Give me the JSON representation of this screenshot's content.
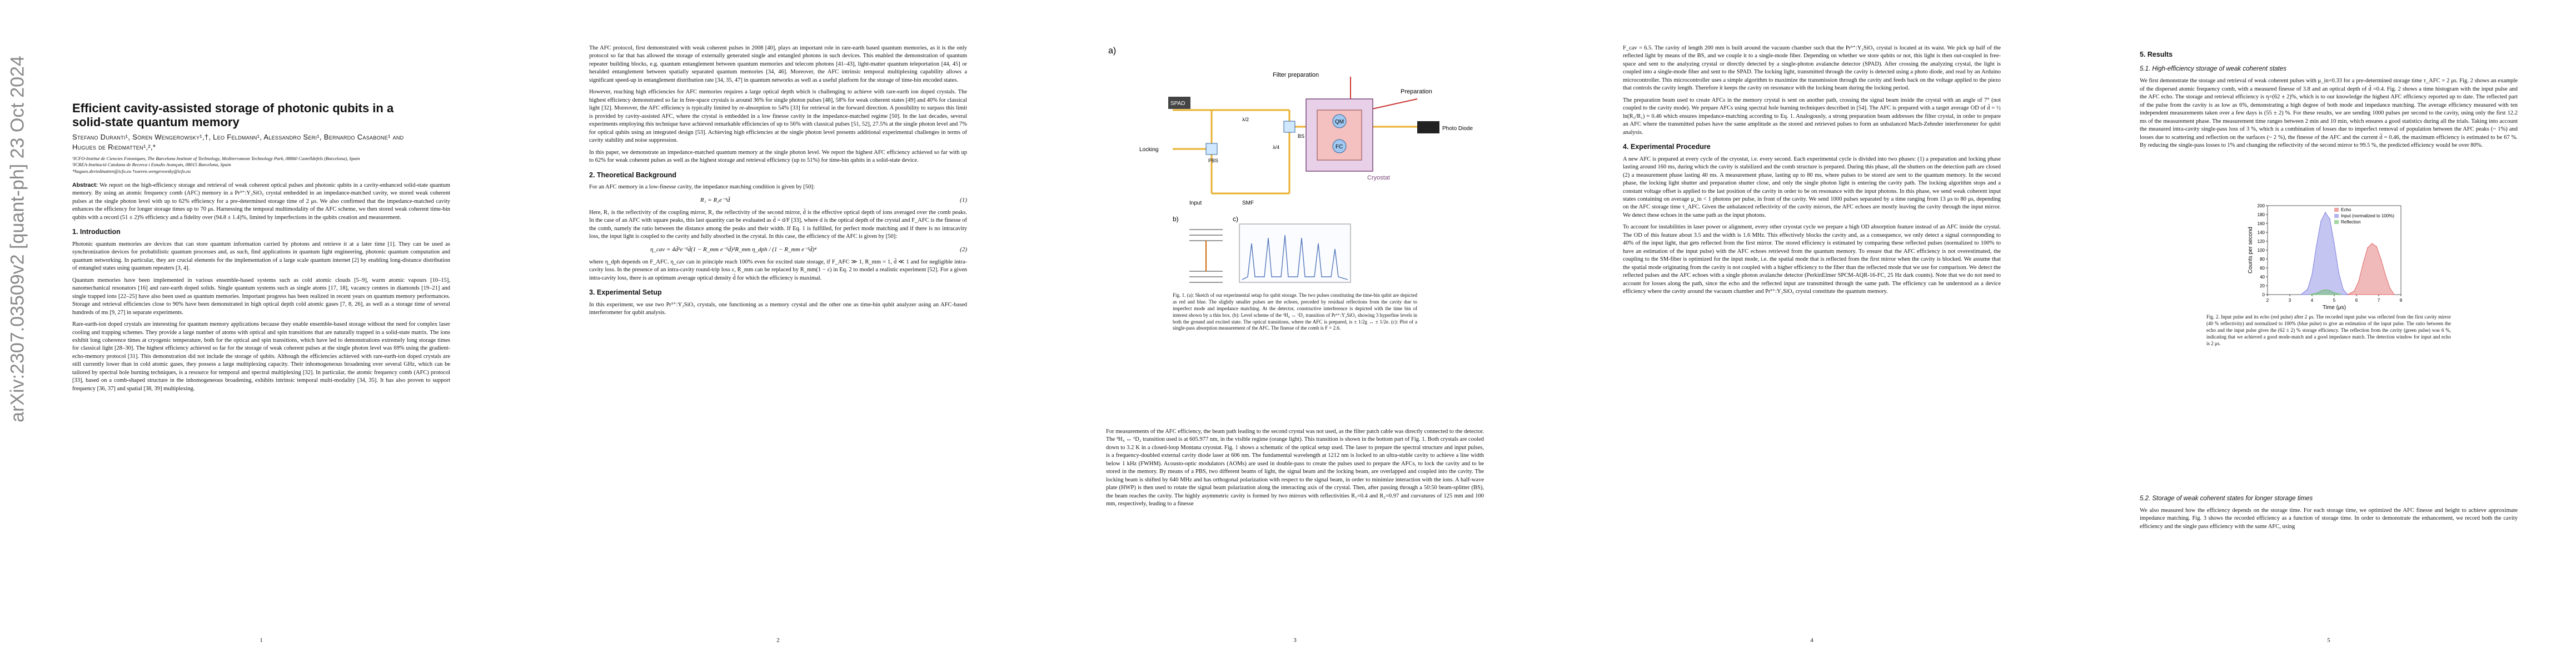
{
  "arxiv_stamp": "arXiv:2307.03509v2  [quant-ph]  23 Oct 2024",
  "page1": {
    "title": "Efficient cavity-assisted storage of photonic qubits in a solid-state quantum memory",
    "authors": "Stefano Duranti¹, Sören Wengerowsky¹,†, Leo Feldmann¹, Alessandro Seri¹, Bernardo Casabone¹ and Hugues de Riedmatten¹,²,*",
    "affiliations": [
      "¹ICFO-Institut de Ciencies Fotoniques, The Barcelona Institute of Technology, Mediterranean Technology Park, 08860 Castelldefels (Barcelona), Spain",
      "²ICREA-Institució Catalana de Recerca i Estudis Avançats, 08015 Barcelona, Spain",
      "*hugues.deriedmatten@icfo.eu  †soeren.wengerowsky@icfo.eu"
    ],
    "abstract_label": "Abstract:",
    "abstract": "We report on the high-efficiency storage and retrieval of weak coherent optical pulses and photonic qubits in a cavity-enhanced solid-state quantum memory. By using an atomic frequency comb (AFC) memory in a Pr³⁺:Y₂SiO₅ crystal embedded in an impedance-matched cavity, we stored weak coherent pulses at the single photon level with up to 62% efficiency for a pre-determined storage time of 2 μs. We also confirmed that the impedance-matched cavity enhances the efficiency for longer storage times up to 70 μs. Harnessing the temporal multimodality of the AFC scheme, we then stored weak coherent time-bin qubits with a record (51 ± 2)% efficiency and a fidelity over (94.8 ± 1.4)%, limited by imperfections in the qubits creation and measurement.",
    "section1_heading": "1.  Introduction",
    "section1_paragraphs": [
      "Photonic quantum memories are devices that can store quantum information carried by photons and retrieve it at a later time [1]. They can be used as synchronization devices for probabilistic quantum processes and, as such, find applications in quantum light engineering, photonic quantum computation and quantum networking. In particular, they are crucial elements for the implementation of a large scale quantum internet [2] by enabling long-distance distribution of entangled states using quantum repeaters [3, 4].",
      "Quantum memories have been implemented in various ensemble-based systems such as cold atomic clouds [5–9], warm atomic vapours [10–15], nanomechanical resonators [16] and rare-earth doped solids. Single quantum systems such as single atoms [17, 18], vacancy centers in diamonds [19–21] and single trapped ions [22–25] have also been used as quantum memories. Important progress has been realized in recent years on quantum memory performances. Storage and retrieval efficiencies close to 90% have been demonstrated in high optical depth cold atomic gases [7, 8, 26], as well as a storage time of several hundreds of ms [9, 27] in separate experiments.",
      "Rare-earth-ion doped crystals are interesting for quantum memory applications because they enable ensemble-based storage without the need for complex laser cooling and trapping schemes. They provide a large number of atoms with optical and spin transitions that are naturally trapped in a solid-state matrix. The ions exhibit long coherence times at cryogenic temperature, both for the optical and spin transitions, which have led to demonstrations extremely long storage times for classical light [28–30]. The highest efficiency achieved so far for the storage of weak coherent pulses at the single photon level was 69% using the gradient-echo-memory protocol [31]. This demonstration did not include the storage of qubits. Although the efficiencies achieved with rare-earth-ion doped crystals are still currently lower than in cold atomic gases, they possess a large multiplexing capacity. Their inhomogeneous broadening over several GHz, which can be tailored by spectral hole burning techniques, is a resource for temporal and spectral multiplexing [32]. In particular, the atomic frequency comb (AFC) protocol [33], based on a comb-shaped structure in the inhomogeneous broadening, exhibits intrinsic temporal multi-modality [34, 35]. It has also proven to support frequency [36, 37] and spatial [38, 39] multiplexing."
    ],
    "page_number": "1"
  },
  "page2": {
    "paragraphs_top": [
      "The AFC protocol, first demonstrated with weak coherent pulses in 2008 [40], plays an important role in rare-earth based quantum memories, as it is the only protocol so far that has allowed the storage of externally generated single and entangled photons in such devices. This enabled the demonstration of quantum repeater building blocks, e.g. quantum entanglement between quantum memories and telecom photons [41–43], light-matter quantum teleportation [44, 45] or heralded entanglement between spatially separated quantum memories [34, 46]. Moreover, the AFC intrinsic temporal multiplexing capability allows a significant speed-up in entanglement distribution rate [34, 35, 47] in quantum networks as well as a useful platform for the storage of time-bin encoded states.",
      "However, reaching high efficiencies for AFC memories requires a large optical depth which is challenging to achieve with rare-earth ion doped crystals. The highest efficiency demonstrated so far in free-space crystals is around 36% for single photon pulses [48], 58% for weak coherent states [49] and 40% for classical light [32]. Moreover, the AFC efficiency is typically limited by re-absorption to 54% [33] for retrieval in the forward direction. A possibility to surpass this limit is provided by cavity-assisted AFC, where the crystal is embedded in a low finesse cavity in the impedance-matched regime [50]. In the last decades, several experiments employing this technique have achieved remarkable efficiencies of up to 56% with classical pulses [51, 52], 27.5% at the single photon level and 7% for optical qubits using an integrated design [53]. Achieving high efficiencies at the single photon level presents additional experimental challenges in terms of cavity stability and noise suppression.",
      "In this paper, we demonstrate an impedance-matched quantum memory at the single photon level. We report the highest AFC efficiency achieved so far with up to 62% for weak coherent pulses as well as the highest storage and retrieval efficiency (up to 51%) for time-bin qubits in a solid-state device."
    ],
    "section2_heading": "2.  Theoretical Background",
    "section2_p1": "For an AFC memory in a low-finesse cavity, the impedance matching condition is given by [50]:",
    "eq1": "R₁ = R₂e⁻²d̃",
    "eq1_num": "(1)",
    "section2_p2": "Here, R₁ is the reflectivity of the coupling mirror, R₂ the reflectivity of the second mirror, d̃ is the effective optical depth of ions averaged over the comb peaks. In the case of an AFC with square peaks, this last quantity can be evaluated as d̃ = d/F [33], where d is the optical depth of the crystal and F_AFC is the finesse of the comb, namely the ratio between the distance among the peaks and their width. If Eq. 1 is fulfilled, for perfect mode matching and if there is no intracavity loss, the input light is coupled to the cavity and fully absorbed in the crystal. In this case, the efficiency of the AFC is given by [50]:",
    "eq2": "η_cav = 4d̃²e⁻²d̃(1 − R_mm e⁻²d̃)²R_mm η_dph / (1 − R_mm e⁻²d̃)⁴",
    "eq2_num": "(2)",
    "section2_p3": "where η_dph depends on F_AFC. η_cav can in principle reach 100% even for excited state storage, if F_AFC ≫ 1, R_mm = 1, d̃ ≪ 1 and for negligible intra-cavity loss. In the presence of an intra-cavity round-trip loss ε, R_mm can be replaced by R_mm(1 − ε) in Eq. 2 to model a realistic experiment [52]. For a given intra-cavity loss, there is an optimum average optical density d̃ for which the efficiency is maximal.",
    "section3_heading": "3.  Experimental Setup",
    "section3_p1": "In this experiment, we use two Pr³⁺:Y₂SiO₅ crystals, one functioning as a memory crystal and the other one as time-bin qubit analyzer using an AFC-based interferometer for qubit analysis.",
    "page_number": "2"
  },
  "page3": {
    "panel_a": "a)",
    "panel_b": "b)",
    "panel_c": "c)",
    "labels": {
      "filter_prep": "Filter preparation",
      "preparation": "Preparation",
      "spad": "SPAD",
      "locking": "Locking",
      "pbs": "PBS",
      "bs": "BS",
      "lambda2": "λ/2",
      "lambda4": "λ/4",
      "input": "Input",
      "photodiode": "Photo Diode",
      "smf": "SMF",
      "qm": "QM",
      "fc": "FC",
      "cryostat": "Cryostat"
    },
    "caption": "Fig. 1. (a): Sketch of our experimental setup for qubit storage. The two pulses constituting the time-bin qubit are depicted as red and blue. The slightly smaller pulses are the echoes, preceded by residual reflections from the cavity due to imperfect mode and impedance matching. At the detector, constructive interference is depicted with the time bin of interest shown by a thin box. (b): Level scheme of the ³H₄ ↔ ¹D₂ transition of Pr³⁺:Y₂SiO₅ showing 3 hyperfine levels in both the ground and excited state. The optical transitions, where the AFC is prepared, is ± 1/2g ↔ ± 1/2e. (c): Plot of a single-pass absorption measurement of the AFC. The finesse of the comb is F = 2.6.",
    "paragraph": "For measurements of the AFC efficiency, the beam path leading to the second crystal was not used, as the filter patch cable was directly connected to the detector. The ³H₄ ↔ ¹D₂ transition used is at 605.977 nm, in the visible regime (orange light). This transition is shown in the bottom part of Fig. 1. Both crystals are cooled down to 3.2 K in a closed-loop Montana cryostat. Fig. 1 shows a schematic of the optical setup used. The laser to prepare the spectral structure and input pulses, is a frequency-doubled external cavity diode laser at 606 nm. The fundamental wavelength at 1212 nm is locked to an ultra-stable cavity to achieve a line width below 1 kHz (FWHM). Acousto-optic modulators (AOMs) are used in double-pass to create the pulses used to prepare the AFCs, to lock the cavity and to be stored in the memory. By means of a PBS, two different beams of light, the signal beam and the locking beam, are overlapped and coupled into the cavity. The locking beam is shifted by 640 MHz and has orthogonal polarization with respect to the signal beam, in order to minimize interaction with the ions. A half-wave plate (HWP) is then used to rotate the signal beam polarization along the interacting axis of the crystal. Then, after passing through a 50:50 beam-splitter (BS), the beam reaches the cavity. The highly asymmetric cavity is formed by two mirrors with reflectivities R₁=0.4 and R₂=0.97 and curvatures of 125 mm and 100 mm, respectively, leading to a finesse",
    "page_number": "3"
  },
  "page4": {
    "paragraphs_top": [
      "F_cav = 6.5. The cavity of length 200 mm is built around the vacuum chamber such that the Pr³⁺:Y₂SiO₅ crystal is located at its waist. We pick up half of the reflected light by means of the BS, and we couple it to a single-mode fiber. Depending on whether we store qubits or not, this light is then out-coupled in free-space and sent to the analyzing crystal or directly detected by a single-photon avalanche detector (SPAD). After crossing the analyzing crystal, the light is coupled into a single-mode fiber and sent to the SPAD. The locking light, transmitted through the cavity is detected using a photo diode, and read by an Arduino microcontroller. This microcontroller uses a simple algorithm to maximize the transmission through the cavity and feeds back on the voltage applied to the piezo that controls the cavity length. Therefore it keeps the cavity on resonance with the locking beam during the locking period.",
      "The preparation beam used to create AFCs in the memory crystal is sent on another path, crossing the signal beam inside the crystal with an angle of 7° (not coupled to the cavity mode). We prepare AFCs using spectral hole burning techniques described in [54]. The AFC is prepared with a target average OD of d̃ = ½ ln(R₂/R₁) ≈ 0.46 which ensures impedance-matching according to Eq. 1. Analogously, a strong preparation beam addresses the filter crystal, in order to prepare an AFC where the transmitted pulses have the same amplitude as the stored and retrieved pulses to form an unbalanced Mach-Zehnder interferometer for qubit analysis."
    ],
    "section4_heading": "4.  Experimental Procedure",
    "section4_paragraphs": [
      "A new AFC is prepared at every cycle of the cryostat, i.e. every second. Each experimental cycle is divided into two phases: (1) a preparation and locking phase lasting around 160 ms, during which the cavity is stabilized and the comb structure is prepared. During this phase, all the shutters on the detection path are closed (2) a measurement phase lasting 40 ms. A measurement phase, lasting up to 80 ms, where pulses to be stored are sent to the quantum memory. In the second phase, the locking light shutter and preparation shutter close, and only the single photon light is entering the cavity path. The locking algorithm stops and a constant voltage offset is applied to the last position of the cavity in order to be on resonance with the input photons. In this phase, we send weak coherent input states containing on average μ_in < 1 photons per pulse, in front of the cavity. We send 1000 pulses separated by a time ranging from 13 μs to 80 μs, depending on the AFC storage time τ_AFC. Given the unbalanced reflectivity of the cavity mirrors, the AFC echoes are mostly leaving the cavity through the input mirror. We detect these echoes in the same path as the input photons.",
      "To account for instabilities in laser power or alignment, every other cryostat cycle we prepare a high OD absorption feature instead of an AFC inside the crystal. The OD of this feature about 3.5 and the width is 1.6 MHz. This effectively blocks the cavity and, as a consequence, we only detect a signal corresponding to 40% of the input light, that gets reflected from the first mirror. The stored efficiency is estimated by comparing these reflected pulses (normalized to 100% to have an estimation of the input pulse) with the AFC echoes retrieved from the quantum memory. To ensure that the AFC efficiency is not overestimated, the coupling to the SM-fiber is optimized for the input mode, i.e. the spatial mode that is reflected from the first mirror when the cavity is blocked. We assume that the spatial mode originating from the cavity is not coupled with a higher efficiency to the fiber than the reflected mode that we use for comparison. We detect the reflected pulses and the AFC echoes with a single photon avalanche detector (PerkinElmer SPCM-AQR-16-FC, 25 Hz dark counts). Note that we do not need to account for losses along the path, since the echo and the reflected input are transmitted through the same path. The efficiency can be understood as a device efficiency where the cavity around the vacuum chamber and Pr³⁺:Y₂SiO₅ crystal constitute the quantum memory."
    ],
    "page_number": "4"
  },
  "page5": {
    "section5_heading": "5.  Results",
    "sub51": "5.1.  High-efficiency storage of weak coherent states",
    "sub51_paragraph": "We first demonstrate the storage and retrieval of weak coherent pulses with μ_in=0.33 for a pre-determined storage time τ_AFC = 2 μs. Fig. 2 shows an example of the dispersed atomic frequency comb, with a measured finesse of 3.8 and an optical depth of d̃ =0.4. Fig. 2 shows a time histogram with the input pulse and the AFC echo. The storage and retrieval efficiency is η=(62 ± 2)%, which is to our knowledge the highest AFC efficiency reported up to date. The reflected part of the pulse from the cavity is as low as 6%, demonstrating a high degree of both mode and impedance matching. The average efficiency measured with ten independent measurements taken over a few days is (55 ± 2) %. For these results, we are sending 1000 pulses per second to the cavity, using only the first 12.2 ms of the measurement phase. The measurement time ranges between 2 min and 10 min, which ensures a good statistics during all the trials. Taking into account the measured intra-cavity single-pass loss of 3 %, which is a combination of losses due to imperfect removal of population between the AFC peaks (~ 1%) and losses due to scattering and reflection on the surfaces (~ 2 %), the finesse of the AFC and the current d̃ = 0.46, the maximum efficiency is estimated to be 67 %. By reducing the single-pass losses to 1% and changing the reflectivity of the second mirror to 99.5 %, the predicted efficiency would be over 80%.",
    "figure2_caption": "Fig. 2. Input pulse and its echo (red pulse) after 2 μs. The recorded input pulse was reflected from the first cavity mirror (40 % reflectivity) and normalized to 100% (blue pulse) to give an estimation of the input pulse. The ratio between the echo and the input pulse gives the (62 ± 2) % storage efficiency. The reflection from the cavity (green pulse) was 6 %, indicating that we achieved a good mode-match and a good impedance match. The detection window for input and echo is 2 μs.",
    "sub52": "5.2.  Storage of weak coherent states for longer storage times",
    "sub52_paragraph": "We also measured how the efficiency depends on the storage time. For each storage time, we optimized the AFC finesse and height to achieve approximate impedance matching. Fig. 3 shows the recorded efficiency as a function of storage time. In order to demonstrate the enhancement, we record both the cavity efficiency and the single pass efficiency with the same AFC, using",
    "page_number": "5"
  },
  "chart_data": {
    "type": "area",
    "xlabel": "Time (μs)",
    "ylabel": "Counts per second",
    "xlim": [
      2,
      8
    ],
    "ylim": [
      0,
      200
    ],
    "xticks": [
      2,
      3,
      4,
      5,
      6,
      7,
      8
    ],
    "yticks": [
      0,
      20,
      40,
      60,
      80,
      100,
      120,
      140,
      160,
      180,
      200
    ],
    "legend_position": "top-right",
    "series": [
      {
        "name": "Echo",
        "color": "#e06666",
        "x": [
          5.6,
          5.9,
          6.1,
          6.3,
          6.5,
          6.7,
          6.9,
          7.1,
          7.3,
          7.5,
          7.7
        ],
        "values": [
          0,
          8,
          30,
          70,
          105,
          115,
          108,
          80,
          45,
          15,
          0
        ]
      },
      {
        "name": "Input (normalized to 100%)",
        "color": "#7f7fe0",
        "x": [
          3.5,
          3.8,
          4.0,
          4.2,
          4.4,
          4.6,
          4.8,
          5.0,
          5.2,
          5.4,
          5.6
        ],
        "values": [
          0,
          12,
          45,
          110,
          165,
          185,
          170,
          115,
          50,
          12,
          0
        ]
      },
      {
        "name": "Reflection",
        "color": "#66bb66",
        "x": [
          3.9,
          4.2,
          4.4,
          4.6,
          4.8,
          5.0,
          5.3
        ],
        "values": [
          0,
          3,
          8,
          11,
          9,
          4,
          0
        ]
      }
    ]
  }
}
